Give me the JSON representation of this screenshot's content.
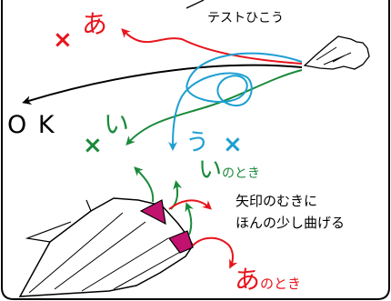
{
  "title": "テストひこう",
  "ok_label": "O K",
  "flight_a": {
    "char": "あ",
    "mark": "×",
    "color": "#e8141c"
  },
  "flight_i": {
    "char": "い",
    "mark": "×",
    "color": "#1a8a3a"
  },
  "flight_u": {
    "char": "う",
    "mark": "×",
    "color": "#1d9fd2"
  },
  "note_i": {
    "char": "い",
    "suffix": "のとき"
  },
  "note_a": {
    "char": "あ",
    "suffix": "のとき"
  },
  "instruction": {
    "line1": "矢印のむきに",
    "line2": "ほんの少し曲げる"
  },
  "colors": {
    "ok_path": "#000000",
    "flap": "#c0126e",
    "frame": "#000000"
  }
}
